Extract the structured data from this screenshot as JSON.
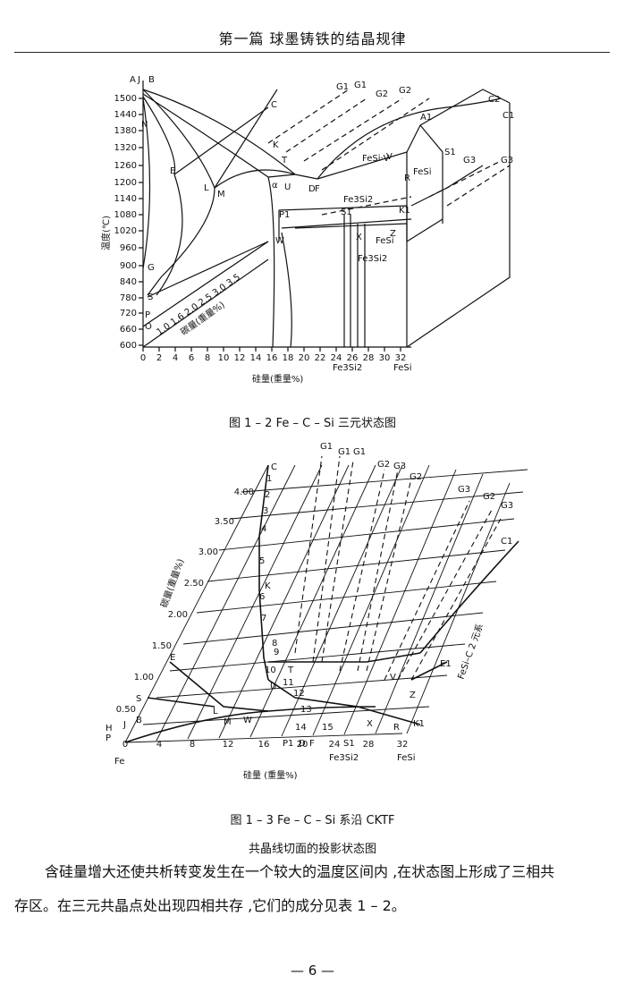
{
  "header": {
    "title": "第一篇    球墨铸铁的结晶规律"
  },
  "figure1": {
    "caption": "图 1 – 2    Fe – C – Si 三元状态图",
    "y_axis_label": "温度(℃)",
    "y_ticks": [
      "1500",
      "1440",
      "1380",
      "1320",
      "1260",
      "1200",
      "1140",
      "1080",
      "1020",
      "960",
      "900",
      "840",
      "780",
      "720",
      "660",
      "600"
    ],
    "x_ticks": [
      "0",
      "2",
      "4",
      "6",
      "8",
      "10",
      "12",
      "14",
      "16",
      "18",
      "20",
      "22",
      "24",
      "26",
      "28",
      "30",
      "32"
    ],
    "x_axis_label": "硅量(重量%)",
    "carbon_axis_ticks": "1.0 1.6 2.0 2.5 3.0 3.5",
    "carbon_axis_label": "碳量(重量%)",
    "bottom_labels": [
      "Fe3Si2",
      "FeSi"
    ],
    "point_labels": [
      "A",
      "J",
      "B",
      "C",
      "N",
      "E",
      "L",
      "M",
      "G",
      "S",
      "P",
      "O",
      "K",
      "T",
      "U",
      "D",
      "F",
      "α",
      "P1",
      "S1",
      "W",
      "X",
      "Z",
      "R",
      "K1",
      "A1",
      "V",
      "S1",
      "G1",
      "G1",
      "G2",
      "G2",
      "G3",
      "G3",
      "C2",
      "C1",
      "FeSi",
      "FeSi",
      "Fe3Si2",
      "Fe3Si2",
      "FeSi·V"
    ]
  },
  "figure2": {
    "caption_line1": "图 1 – 3    Fe – C – Si 系沿 CKTF",
    "caption_line2": "共晶线切面的投影状态图",
    "y_ticks": [
      "4.00",
      "3.50",
      "3.00",
      "2.50",
      "2.00",
      "1.50",
      "1.00",
      "0.50"
    ],
    "y_axis_label": "碳量(重量%)",
    "x_ticks": [
      "0",
      "4",
      "8",
      "12",
      "16",
      "20",
      "24",
      "28",
      "32"
    ],
    "x_axis_label": "硅量 (重量%)",
    "right_axis_label": "FeSi–C 2 元系",
    "bottom_labels": [
      "Fe",
      "Fe3Si2",
      "FeSi"
    ],
    "point_labels": [
      "C",
      "K",
      "T",
      "U",
      "E",
      "S",
      "L",
      "M",
      "W",
      "J",
      "B",
      "H",
      "P",
      "P1",
      "D",
      "F",
      "S1",
      "X",
      "V",
      "Z",
      "E1",
      "R",
      "K1",
      "C1",
      "G1",
      "G1",
      "G1",
      "G2",
      "G3",
      "G2",
      "G3",
      "G2",
      "G3"
    ],
    "curve_numbers": [
      "1",
      "2",
      "3",
      "4",
      "5",
      "6",
      "7",
      "8",
      "9",
      "10",
      "11",
      "12",
      "13",
      "14",
      "15"
    ]
  },
  "body": {
    "line1": "含硅量增大还使共析转变发生在一个较大的温度区间内 ,在状态图上形成了三相共",
    "line2": "存区。在三元共晶点处出现四相共存 ,它们的成分见表 1 – 2。"
  },
  "footer": {
    "page": "—  6  —"
  }
}
